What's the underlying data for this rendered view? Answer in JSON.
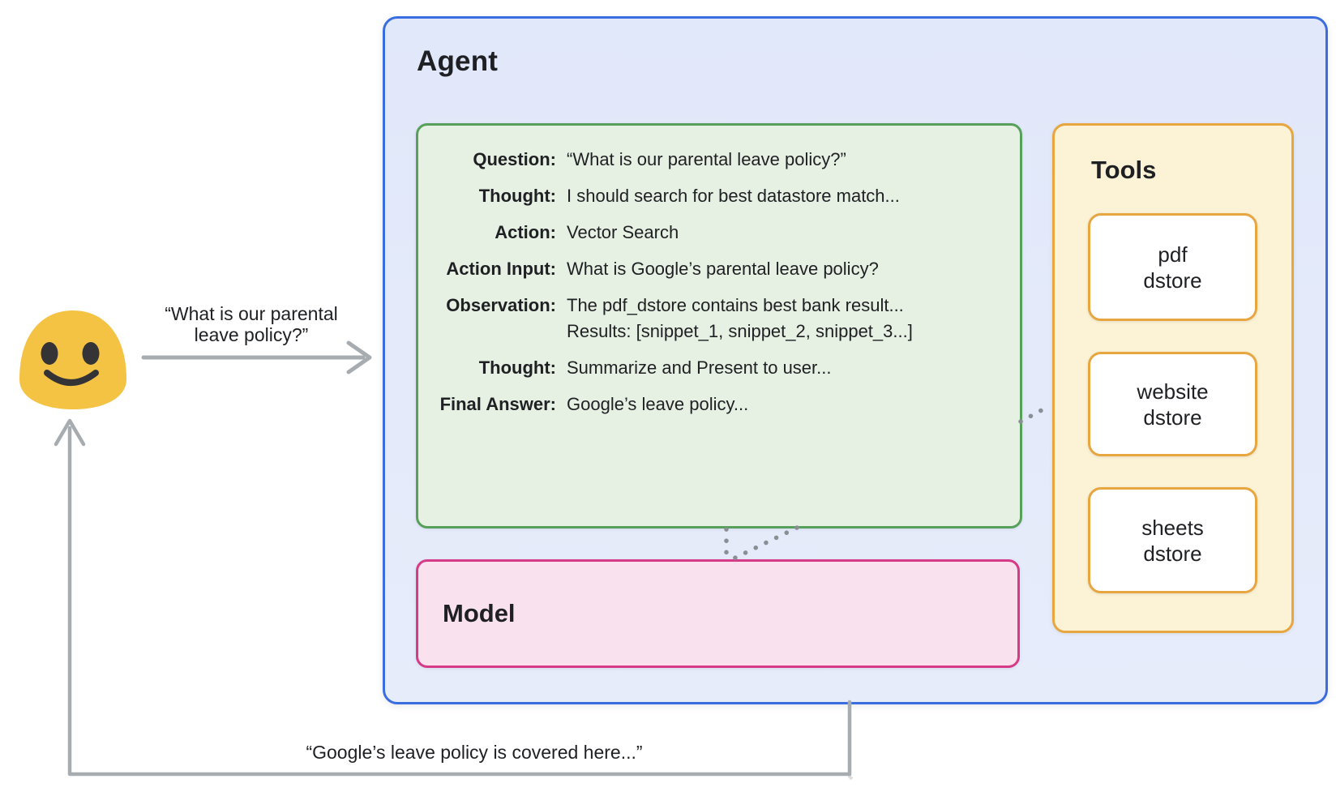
{
  "user": {
    "emoji_name": "smiling-blob-emoji",
    "request_line1": "“What is our parental",
    "request_line2": "leave policy?”",
    "response_text": "“Google’s leave policy is covered here...”"
  },
  "agent": {
    "title": "Agent",
    "trace": {
      "rows": [
        {
          "label": "Question:",
          "value": "“What is our parental leave policy?”"
        },
        {
          "label": "Thought:",
          "value": "I should search for best datastore match..."
        },
        {
          "label": "Action:",
          "value": "Vector Search"
        },
        {
          "label": "Action Input:",
          "value": "What is Google’s parental leave policy?"
        },
        {
          "label": "Observation:",
          "value": "The pdf_dstore contains best bank result...",
          "value_line2": "Results: [snippet_1, snippet_2, snippet_3...]"
        },
        {
          "label": "Thought:",
          "value": "Summarize and Present to user..."
        },
        {
          "label": "Final Answer:",
          "value": "Google’s leave policy..."
        }
      ]
    },
    "model": {
      "title": "Model"
    },
    "tools": {
      "title": "Tools",
      "items": [
        {
          "line1": "pdf",
          "line2": "dstore"
        },
        {
          "line1": "website",
          "line2": "dstore"
        },
        {
          "line1": "sheets",
          "line2": "dstore"
        }
      ]
    }
  },
  "colors": {
    "agent_bg": "#e4eafa",
    "agent_border": "#3a6ee0",
    "trace_bg": "#e6f0e3",
    "trace_border": "#57a05b",
    "model_bg": "#f9e2ee",
    "model_border": "#d63b88",
    "tools_bg": "#fcf2d6",
    "tools_border": "#e7a63f",
    "arrow_gray": "#a7acb0",
    "dotted_gray": "#8a8f94",
    "emoji_yellow": "#f5c344",
    "text": "#1f2023"
  }
}
